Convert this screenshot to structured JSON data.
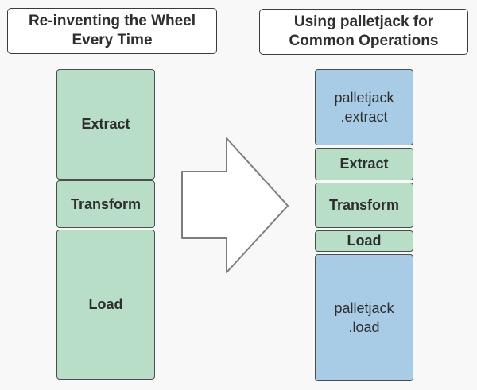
{
  "diagram": {
    "left": {
      "title_lines": [
        "Re-inventing the Wheel",
        "Every Time"
      ],
      "boxes": [
        {
          "label": "Extract"
        },
        {
          "label": "Transform"
        },
        {
          "label": "Load"
        }
      ]
    },
    "right": {
      "title_lines": [
        "Using palletjack for",
        "Common Operations"
      ],
      "boxes": [
        {
          "lines": [
            "palletjack",
            ".extract"
          ]
        },
        {
          "label": "Extract"
        },
        {
          "label": "Transform"
        },
        {
          "label": "Load"
        },
        {
          "lines": [
            "palletjack",
            ".load"
          ]
        }
      ]
    }
  },
  "colors": {
    "background": "#f8f8f8",
    "step_green": "#b8dec8",
    "code_blue": "#a8cbe6",
    "box_border": "#4c4c4c",
    "title_border": "#3b3b3b",
    "text": "#2e2e2e",
    "arrow_fill": "#ffffff",
    "arrow_stroke": "#7d7d7d"
  }
}
